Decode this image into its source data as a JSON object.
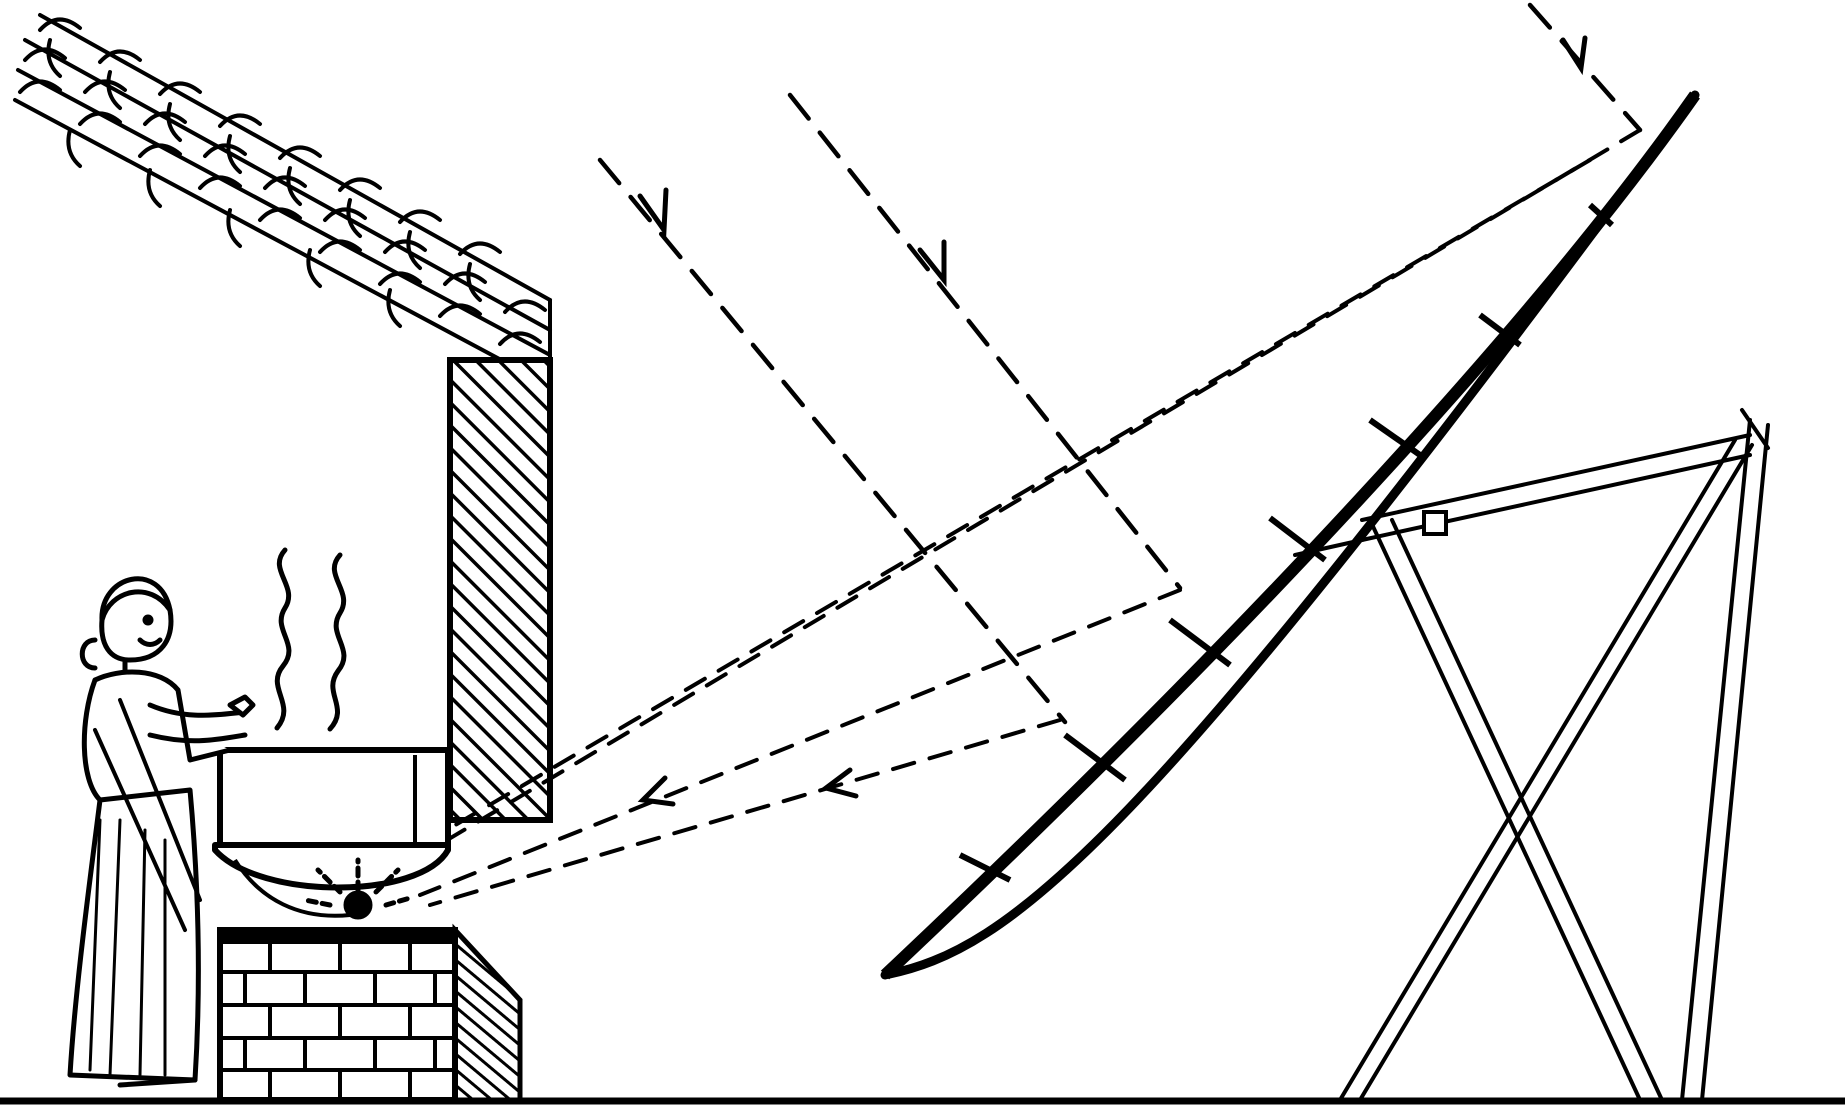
{
  "colors": {
    "ink": "#000000",
    "paper": "#ffffff"
  },
  "figure": {
    "parts": [
      "tiled-roof",
      "hatched-wall",
      "woman-figure",
      "heat-waves",
      "cooking-pot",
      "brick-stove",
      "glow-focal-point",
      "parabolic-reflector",
      "reflector-stand",
      "incoming-sun-rays",
      "reflected-rays",
      "ground-line"
    ]
  }
}
